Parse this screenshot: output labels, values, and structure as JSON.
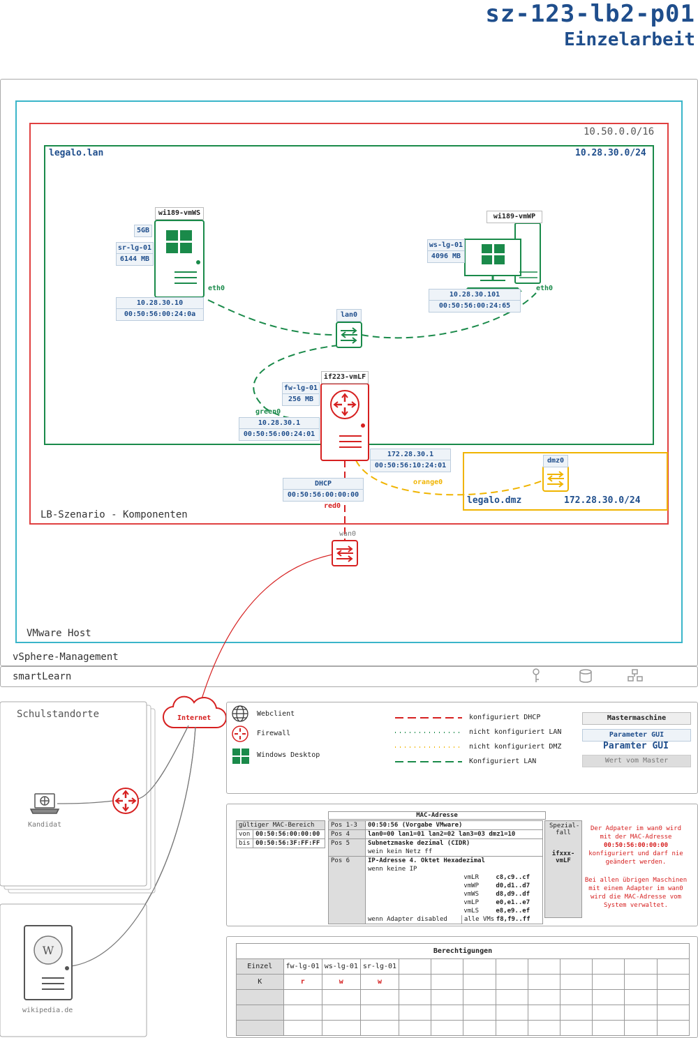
{
  "header": {
    "title": "sz-123-lb2-p01",
    "subtitle": "Einzelarbeit"
  },
  "zones": {
    "smartlearn": "smartLearn",
    "vsphere": "vSphere-Management",
    "vmware": "VMware Host",
    "scenario": "LB-Szenario - Komponenten",
    "scenario_net": "10.50.0.0/16",
    "lan_name": "legalo.lan",
    "lan_net": "10.28.30.0/24",
    "dmz_name": "legalo.dmz",
    "dmz_net": "172.28.30.0/24"
  },
  "vm_ws": {
    "name": "wi189-vmWS",
    "disk": "5GB",
    "host": "sr-lg-01",
    "ram": "6144 MB",
    "ip": "10.28.30.10",
    "mac": "00:50:56:00:24:0a",
    "iface": "eth0"
  },
  "vm_wp": {
    "name": "wi189-vmWP",
    "host": "ws-lg-01",
    "ram": "4096 MB",
    "ip": "10.28.30.101",
    "mac": "00:50:56:00:24:65",
    "iface": "eth0"
  },
  "switch_lan": {
    "name": "lan0"
  },
  "switch_dmz": {
    "name": "dmz0"
  },
  "switch_wan": {
    "name": "wan0"
  },
  "vm_lf": {
    "name": "if223-vmLF",
    "host": "fw-lg-01",
    "ram": "256 MB",
    "green": "green0",
    "green_ip": "10.28.30.1",
    "green_mac": "00:50:56:00:24:01",
    "orange_ip": "172.28.30.1",
    "orange_mac": "00:50:56:10:24:01",
    "orange": "orange0",
    "red_ip": "DHCP",
    "red_mac": "00:50:56:00:00:00",
    "red": "red0"
  },
  "external": {
    "schools": "Schulstandorte",
    "internet": "Internet",
    "kandidat": "Kandidat",
    "wikipedia": "wikipedia.de"
  },
  "legend": {
    "icons": [
      "Webclient",
      "Firewall",
      "Windows Desktop"
    ],
    "lines": [
      "konfiguriert DHCP",
      "nicht konfiguriert LAN",
      "nicht konfiguriert DMZ",
      "Konfiguriert LAN"
    ],
    "master": "Mastermaschine",
    "param_gui": "Parameter GUI",
    "param_gui2": "Paramter GUI",
    "master_value": "Wert vom Master"
  },
  "mac": {
    "title": "MAC-Adresse",
    "range_title": "gültiger MAC-Bereich",
    "von": "von",
    "von_val": "00:50:56:00:00:00",
    "bis": "bis",
    "bis_val": "00:50:56:3F:FF:FF",
    "pos13": "Pos 1-3",
    "pos13_val": "00:50:56 (Vorgabe VMware)",
    "pos4": "Pos 4",
    "pos4_val": "lan0=00 lan1=01 lan2=02 lan3=03 dmz1=10",
    "pos5": "Pos 5",
    "pos5_val": "Subnetzmaske dezimal (CIDR)",
    "pos5_sub": "wein kein Netz ff",
    "pos6": "Pos 6",
    "pos6_val": "IP-Adresse 4. Oktet Hexadezimal",
    "pos6_noip": "wenn keine IP",
    "pos6_dis": "wenn Adapter disabled",
    "rows": [
      [
        "vmLR",
        "c8,c9..cf"
      ],
      [
        "vmWP",
        "d0,d1..d7"
      ],
      [
        "vmWS",
        "d8,d9..df"
      ],
      [
        "vmLP",
        "e0,e1..e7"
      ],
      [
        "vmLS",
        "e8,e9..ef"
      ],
      [
        "alle VMs",
        "f8,f9..ff"
      ]
    ],
    "special": "Spezial-fall",
    "special_vm": "ifxxx-vmLF",
    "note1": "Der Adpater im wan0 wird mit der MAC-Adresse",
    "note_mac": "00:50:56:00:00:00",
    "note2": "konfiguriert und darf nie geändert werden.",
    "note3": "Bei allen übrigen Maschinen mit einem Adapter im wan0 wird die MAC-Adresse vom System verwaltet."
  },
  "perm": {
    "title": "Berechtigungen",
    "einzel": "Einzel",
    "cols": [
      "fw-lg-01",
      "ws-lg-01",
      "sr-lg-01"
    ],
    "k": "K",
    "vals": [
      "r",
      "w",
      "w"
    ]
  }
}
